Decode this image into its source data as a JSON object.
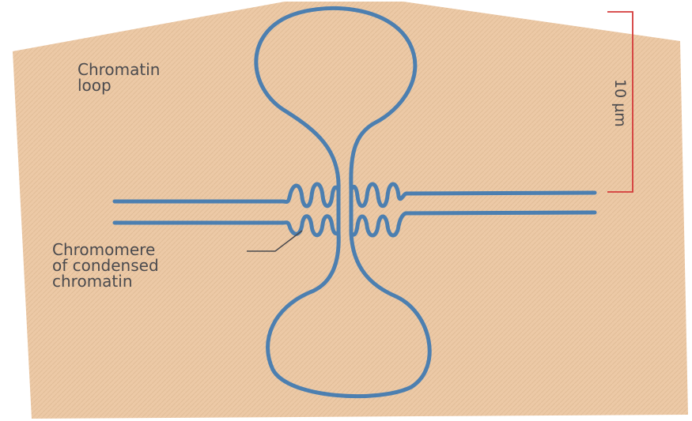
{
  "labels": {
    "chromatin_loop": "Chromatin\nloop",
    "chromomere": "Chromomere\nof condensed\nchromatin",
    "scale": "10 µm"
  },
  "colors": {
    "page_tint": "#ecc9a6",
    "chromatin": "#4c7fb0",
    "scale_bar": "#d43a3a",
    "text": "#4a4a4e",
    "pointer": "#4a4a4e"
  }
}
